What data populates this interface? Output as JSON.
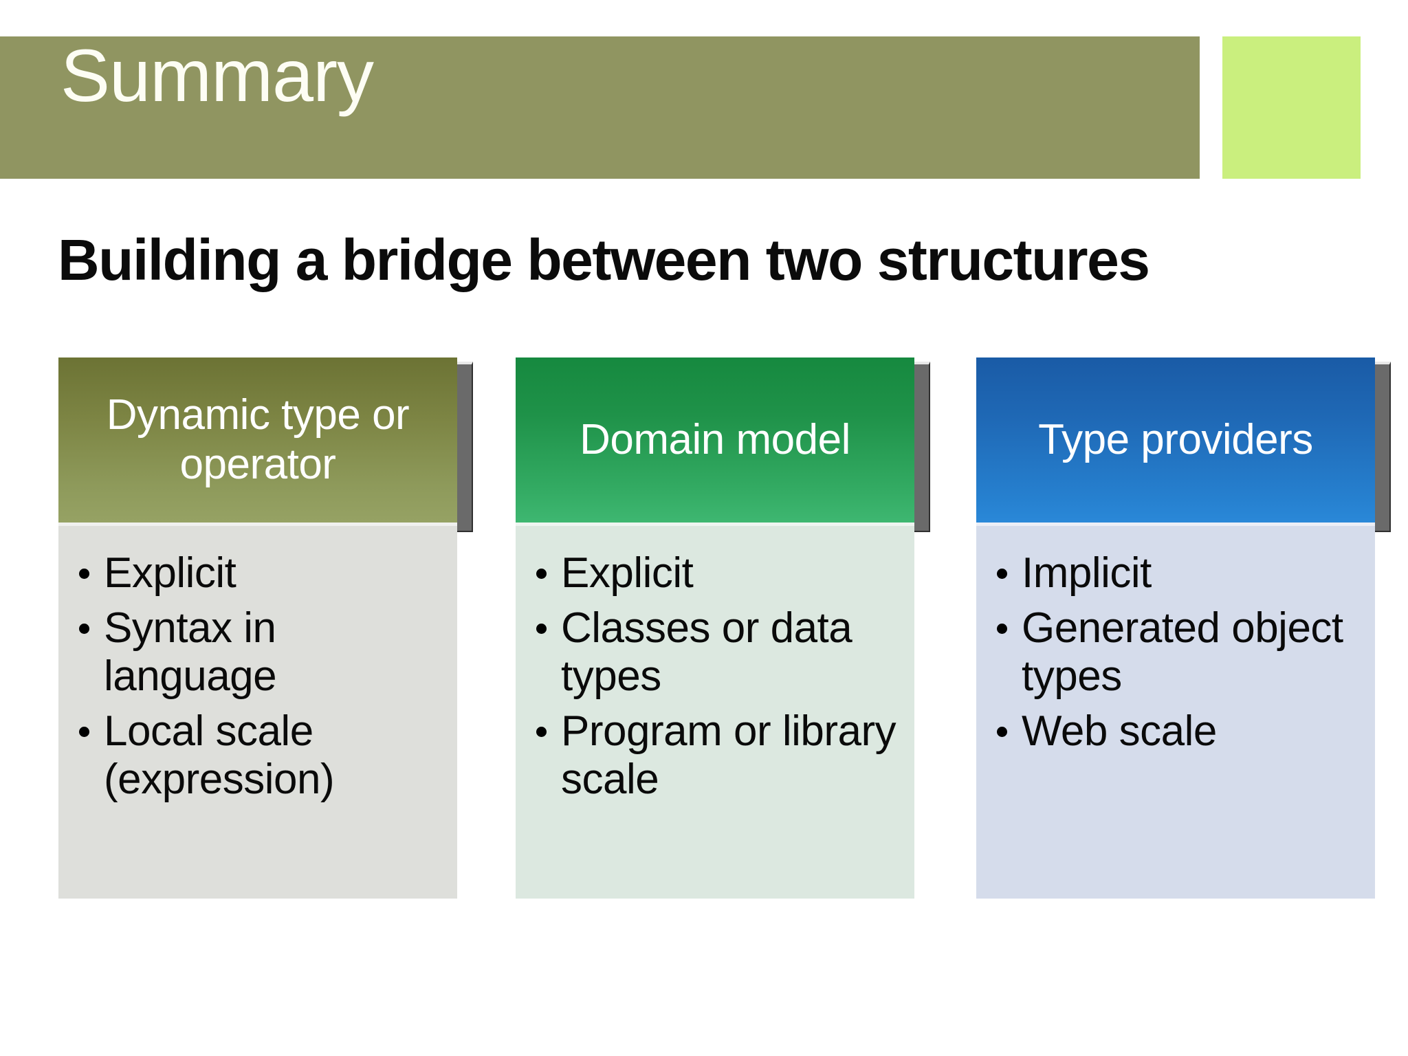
{
  "slide": {
    "title": "Summary",
    "subtitle": "Building a bridge between two structures",
    "colors": {
      "title_band": "#909561",
      "title_text": "#FDFDF4",
      "accent_square": "#CAEF7E",
      "subtitle_text": "#0B0B0B",
      "card1_header_top": "#6C7334",
      "card1_header_bottom": "#96A264",
      "card1_body": "#DEDFDB",
      "card2_header_top": "#16893F",
      "card2_header_bottom": "#3EB771",
      "card2_body": "#DCE8E0",
      "card3_header_top": "#1A5BA6",
      "card3_header_bottom": "#2A88D8",
      "card3_body": "#D5DCEB",
      "card_shadow": "#6A6A6A"
    }
  },
  "cards": [
    {
      "header": "Dynamic type or operator",
      "bullets": [
        "Explicit",
        "Syntax in language",
        "Local scale (expression)"
      ]
    },
    {
      "header": "Domain model",
      "bullets": [
        "Explicit",
        "Classes or data types",
        "Program or library scale"
      ]
    },
    {
      "header": "Type providers",
      "bullets": [
        "Implicit",
        "Generated object types",
        "Web scale"
      ]
    }
  ]
}
